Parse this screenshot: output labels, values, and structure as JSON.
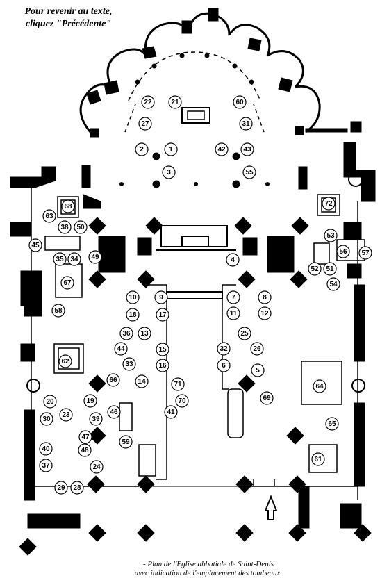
{
  "nav_hint": {
    "line1": "Pour revenir au texte,",
    "line2": "cliquez \"Précédente\""
  },
  "caption": {
    "line1": "- Plan de l'Eglise abbatiale de Saint-Denis",
    "line2": "avec indication de l'emplacement des tombeaux."
  },
  "colors": {
    "ink": "#000000",
    "paper": "#ffffff"
  },
  "tomb_markers": [
    "1",
    "2",
    "3",
    "4",
    "5",
    "6",
    "7",
    "8",
    "9",
    "10",
    "11",
    "12",
    "13",
    "14",
    "15",
    "16",
    "17",
    "18",
    "19",
    "20",
    "21",
    "22",
    "23",
    "24",
    "25",
    "26",
    "27",
    "28",
    "29",
    "30",
    "31",
    "32",
    "33",
    "34",
    "35",
    "36",
    "37",
    "38",
    "39",
    "40",
    "41",
    "42",
    "43",
    "44",
    "45",
    "46",
    "47",
    "48",
    "49",
    "50",
    "51",
    "52",
    "53",
    "54",
    "55",
    "56",
    "57",
    "58",
    "59",
    "60",
    "61",
    "62",
    "63",
    "64",
    "65",
    "66",
    "67",
    "68",
    "69",
    "70",
    "71",
    "72"
  ]
}
